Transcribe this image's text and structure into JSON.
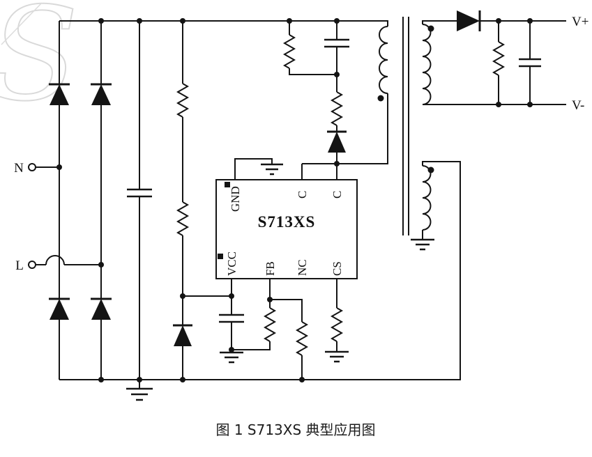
{
  "figure": {
    "caption": "图 1 S713XS 典型应用图",
    "watermark_glyph": "S"
  },
  "ic": {
    "label": "S713XS",
    "pins_top": [
      "GND",
      "C",
      "C"
    ],
    "pins_bottom": [
      "VCC",
      "FB",
      "NC",
      "CS"
    ]
  },
  "terminals": {
    "neutral": "N",
    "line": "L",
    "output_positive": "V+",
    "output_negative": "V-"
  },
  "colors": {
    "ink": "#141414",
    "background": "#ffffff",
    "watermark": "#d9d9d9"
  }
}
